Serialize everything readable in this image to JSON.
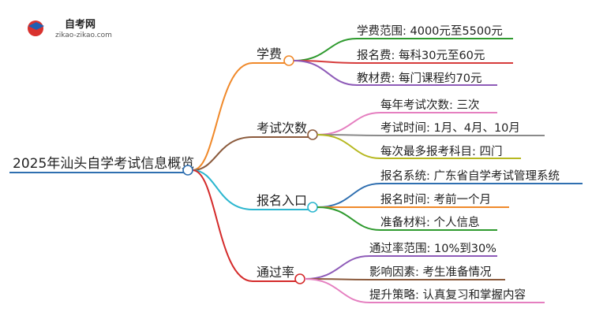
{
  "logo": {
    "title": "自考网",
    "subtitle": "zikao-zikao.com"
  },
  "mindmap": {
    "root": "2025年汕头自学考试信息概览",
    "branches": [
      {
        "label": "学费",
        "color": "#f0892a",
        "leaves": [
          {
            "label": "学费范围: 4000元至5500元",
            "color": "#2e9a2e"
          },
          {
            "label": "报名费: 每科30元至60元",
            "color": "#d63b3b"
          },
          {
            "label": "教材费: 每门课程约70元",
            "color": "#8e5bb8"
          }
        ]
      },
      {
        "label": "考试次数",
        "color": "#8b5a3c",
        "leaves": [
          {
            "label": "每年考试次数: 三次",
            "color": "#e57fc0"
          },
          {
            "label": "考试时间: 1月、4月、10月",
            "color": "#8a8a8a"
          },
          {
            "label": "每次最多报考科目: 四门",
            "color": "#b6b820"
          }
        ]
      },
      {
        "label": "报名入口",
        "color": "#2bb6cf",
        "leaves": [
          {
            "label": "报名系统: 广东省自学考试管理系统",
            "color": "#2f6fb0"
          },
          {
            "label": "报名时间: 考前一个月",
            "color": "#f0892a"
          },
          {
            "label": "准备材料: 个人信息",
            "color": "#2e9a2e"
          }
        ]
      },
      {
        "label": "通过率",
        "color": "#d42a2a",
        "leaves": [
          {
            "label": "通过率范围: 10%到30%",
            "color": "#8e5bb8"
          },
          {
            "label": "影响因素: 考生准备情况",
            "color": "#8b5a3c"
          },
          {
            "label": "提升策略: 认真复习和掌握内容",
            "color": "#e57fc0"
          }
        ]
      }
    ],
    "root_color": "#2f6fb0"
  }
}
